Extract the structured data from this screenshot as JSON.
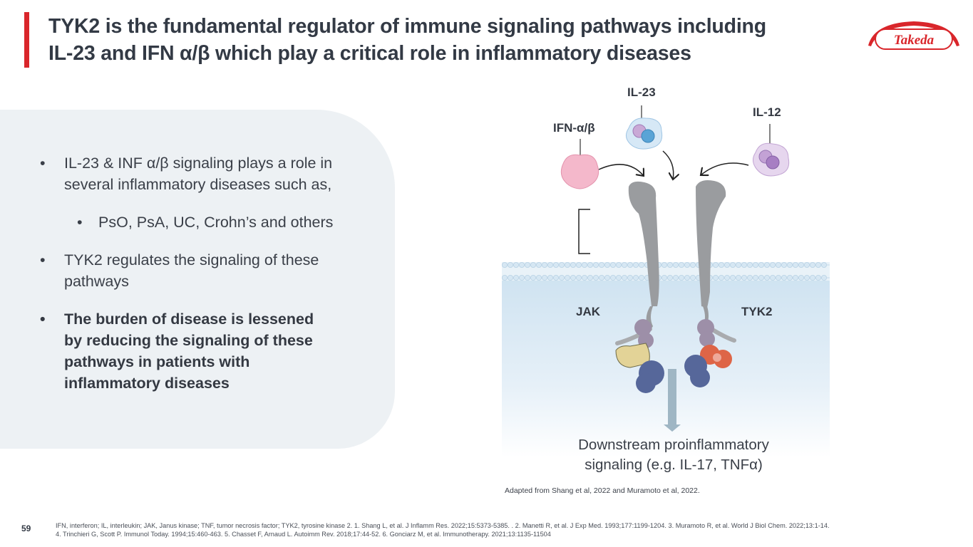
{
  "slide": {
    "title_lines": [
      "TYK2 is the fundamental regulator of immune signaling pathways including",
      "IL-23 and IFN α/β which play a critical role in inflammatory diseases"
    ],
    "logo_text": "Takeda",
    "accent_color": "#d9262b",
    "page_number": "59"
  },
  "bullets": [
    {
      "text": "IL-23 & INF α/β signaling plays a role in several inflammatory diseases such as,",
      "level": 1,
      "bold": false
    },
    {
      "text": "PsO, PsA, UC, Crohn’s and others",
      "level": 2,
      "bold": false
    },
    {
      "text": "TYK2 regulates the signaling of these pathways",
      "level": 1,
      "bold": false
    },
    {
      "text": "The burden of disease is lessened by reducing the signaling of these pathways in patients with inflammatory diseases",
      "level": 1,
      "bold": true
    }
  ],
  "bullet_char": "•",
  "diagram": {
    "cytokines": {
      "ifn": "IFN-α/β",
      "il23": "IL-23",
      "il12": "IL-12"
    },
    "kinases": {
      "jak": "JAK",
      "tyk2": "TYK2"
    },
    "downstream_lines": [
      "Downstream proinflammatory",
      "signaling (e.g. IL-17, TNFα)"
    ],
    "caption": "Adapted from Shang et al, 2022 and Muramoto et al, 2022."
  },
  "footnote_lines": [
    "IFN, interferon; IL, interleukin; JAK, Janus kinase; TNF, tumor necrosis factor; TYK2, tyrosine kinase 2. 1. Shang L, et al. J Inflamm Res. 2022;15:5373-5385. . 2. Manetti R, et al. J Exp Med. 1993;177:1199-1204. 3. Muramoto R, et al. World J Biol Chem. 2022;13:1-14.",
    "4. Trinchieri G, Scott P. Immunol Today. 1994;15:460-463. 5. Chasset F, Arnaud L. Autoimm Rev. 2018;17:44-52. 6. Gonciarz M, et al. Immunotherapy. 2021;13:1135-11504"
  ]
}
